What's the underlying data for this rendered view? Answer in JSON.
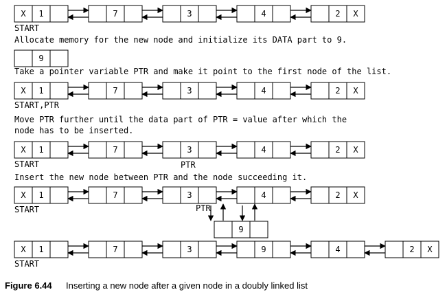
{
  "colors": {
    "ink": "#000000",
    "paper": "#ffffff"
  },
  "steps": [
    {
      "row": {
        "nodes": [
          {
            "prev": "X",
            "data": "1",
            "next": ""
          },
          {
            "prev": "",
            "data": "7",
            "next": ""
          },
          {
            "prev": "",
            "data": "3",
            "next": ""
          },
          {
            "prev": "",
            "data": "4",
            "next": ""
          },
          {
            "prev": "",
            "data": "2",
            "next": "X"
          }
        ]
      },
      "label": "START",
      "text": [
        "Allocate memory for the new node and initialize its DATA part to 9."
      ]
    },
    {
      "single": {
        "prev": "",
        "data": "9",
        "next": ""
      },
      "text": [
        "Take a pointer variable PTR and make it point to the first node of the list."
      ]
    },
    {
      "row": {
        "nodes": [
          {
            "prev": "X",
            "data": "1",
            "next": ""
          },
          {
            "prev": "",
            "data": "7",
            "next": ""
          },
          {
            "prev": "",
            "data": "3",
            "next": ""
          },
          {
            "prev": "",
            "data": "4",
            "next": ""
          },
          {
            "prev": "",
            "data": "2",
            "next": "X"
          }
        ]
      },
      "label": "START,PTR",
      "text": [
        "Move PTR further until the data part of PTR = value after which the",
        "node has to be inserted."
      ]
    },
    {
      "row": {
        "nodes": [
          {
            "prev": "X",
            "data": "1",
            "next": ""
          },
          {
            "prev": "",
            "data": "7",
            "next": ""
          },
          {
            "prev": "",
            "data": "3",
            "next": ""
          },
          {
            "prev": "",
            "data": "4",
            "next": ""
          },
          {
            "prev": "",
            "data": "2",
            "next": "X"
          }
        ]
      },
      "label": "START",
      "ptr_label": "PTR",
      "text": [
        "Insert the new node between PTR and the node succeeding it."
      ]
    },
    {
      "row": {
        "nodes": [
          {
            "prev": "X",
            "data": "1",
            "next": ""
          },
          {
            "prev": "",
            "data": "7",
            "next": ""
          },
          {
            "prev": "",
            "data": "3",
            "next": ""
          },
          {
            "prev": "",
            "data": "4",
            "next": ""
          },
          {
            "prev": "",
            "data": "2",
            "next": "X"
          }
        ]
      },
      "label": "START",
      "ptr_label": "PTR",
      "new_node": {
        "prev": "",
        "data": "9",
        "next": ""
      }
    },
    {
      "row": {
        "nodes": [
          {
            "prev": "X",
            "data": "1",
            "next": ""
          },
          {
            "prev": "",
            "data": "7",
            "next": ""
          },
          {
            "prev": "",
            "data": "3",
            "next": ""
          },
          {
            "prev": "",
            "data": "9",
            "next": ""
          },
          {
            "prev": "",
            "data": "4",
            "next": ""
          },
          {
            "prev": "",
            "data": "2",
            "next": "X"
          }
        ]
      },
      "label": "START"
    }
  ],
  "caption": {
    "label": "Figure 6.44",
    "text": "Inserting a new node after a given node in a doubly linked list"
  }
}
